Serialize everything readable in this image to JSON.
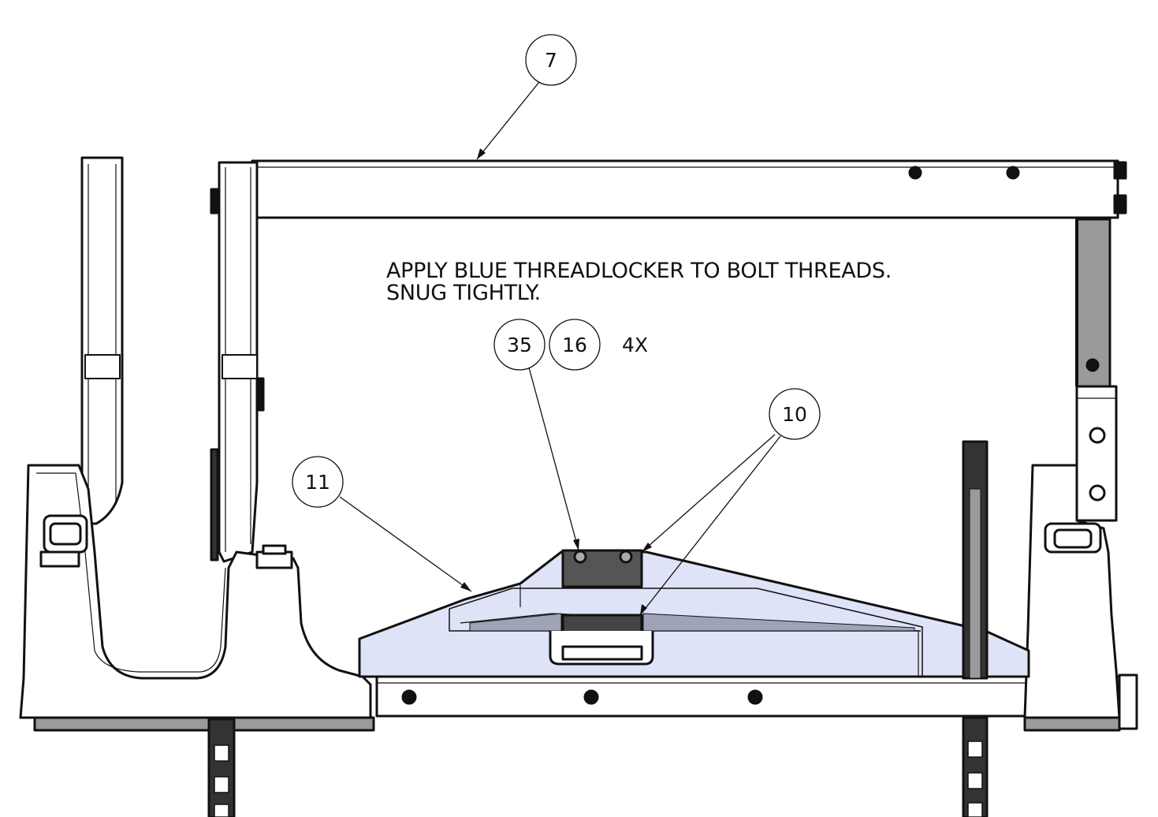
{
  "notes": {
    "line1": "APPLY BLUE THREADLOCKER TO BOLT THREADS.",
    "line2": "SNUG TIGHTLY."
  },
  "balloons": {
    "b7": "7",
    "b35": "35",
    "b16": "16",
    "b10": "10",
    "b11": "11"
  },
  "quantity": "4X",
  "colors": {
    "line": "#111111",
    "shaded_part": "#dfe3f8",
    "dark_block": "#555555",
    "steel_gray": "#9a9a9a"
  }
}
